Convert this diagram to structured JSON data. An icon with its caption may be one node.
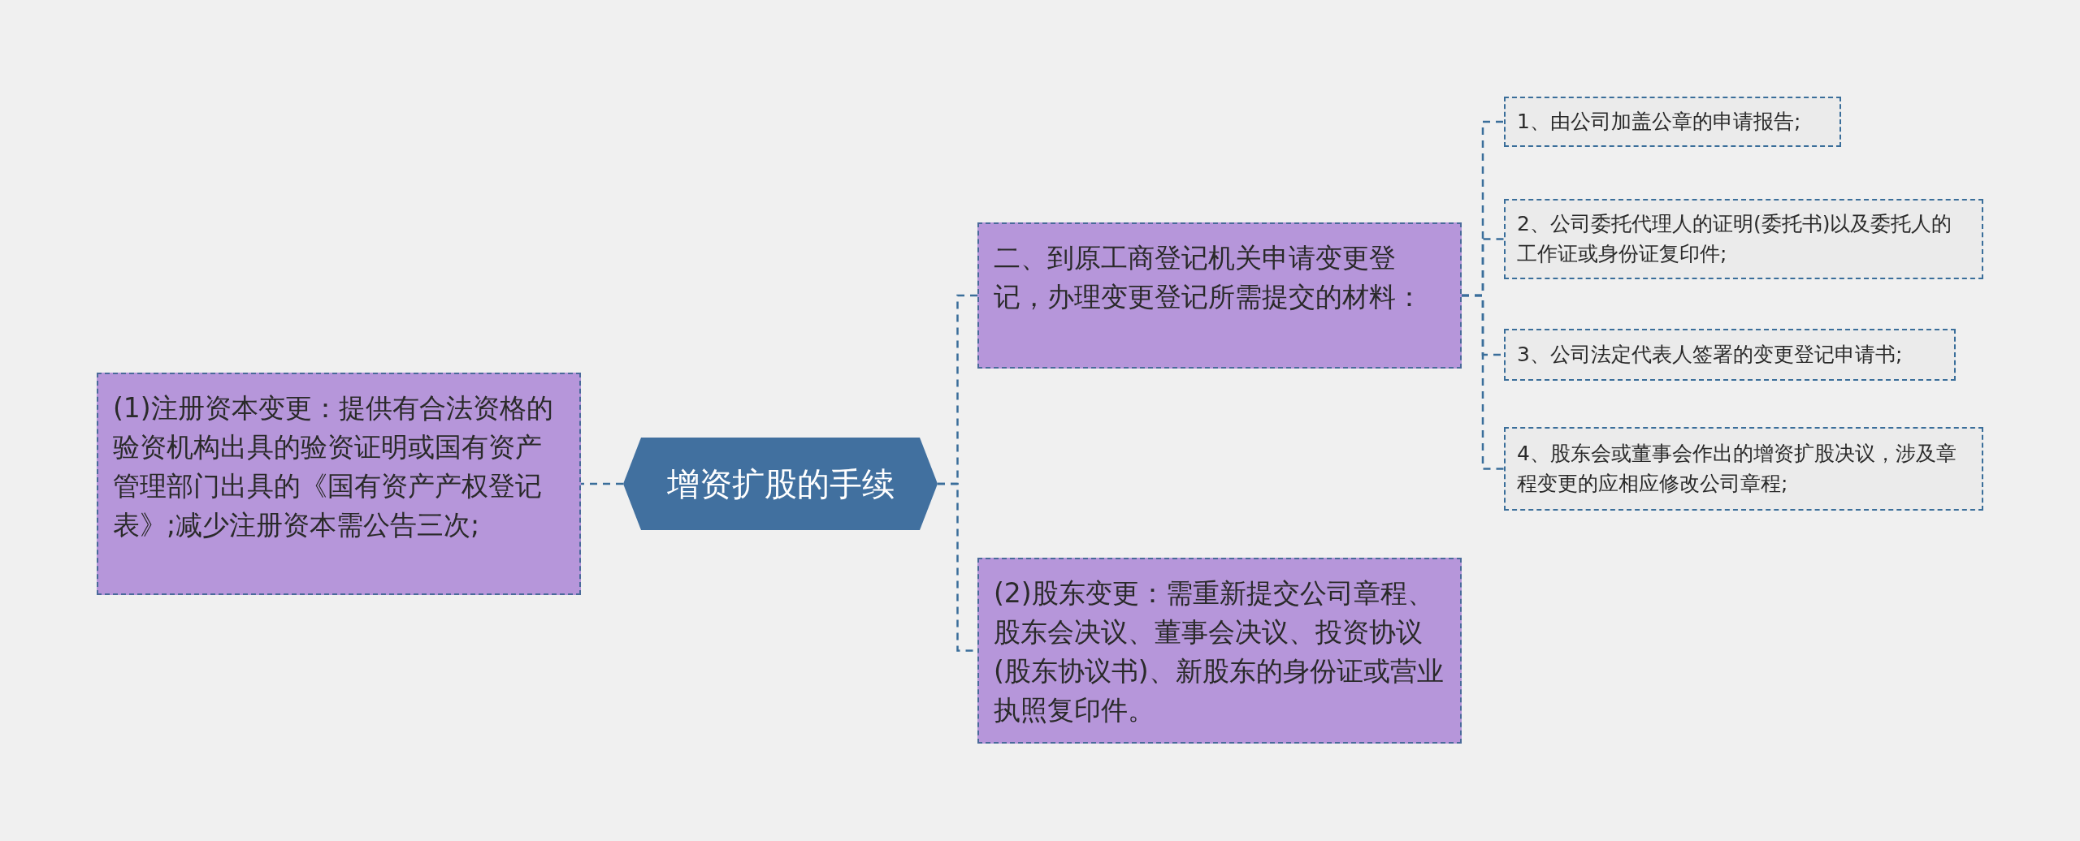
{
  "diagram": {
    "nodes": [
      {
        "text": [
          "增资扩股的手续"
        ]
      },
      {
        "text": [
          "(1)注册资本变更：提供有合法资格的验资机构出具的验资证明或国有资产管理部门出具的《国有资产产权登记表》;减少注册资本需公告三次;"
        ]
      },
      {
        "text": [
          "二、到原工商登记机关申请变更登记，办理变更登记所需提交的材料："
        ]
      },
      {
        "text": [
          "1、由公司加盖公章的申请报告;"
        ]
      },
      {
        "text": [
          "2、公司委托代理人的证明(委托书)以及委托人的工作证或身份证复印件;"
        ]
      },
      {
        "text": [
          "3、公司法定代表人签署的变更登记申请书;"
        ]
      },
      {
        "text": [
          "4、股东会或董事会作出的增资扩股决议，涉及章程变更的应相应修改公司章程;"
        ]
      },
      {
        "text": [
          "(2)股东变更：需重新提交公司章程、股东会决议、董事会决议、投资协议(股东协议书)、新股东的身份证或营业执照复印件。"
        ]
      }
    ],
    "edges": [
      {
        "from": 0,
        "to": 1,
        "arrow": "none",
        "style": "dashed"
      },
      {
        "from": 0,
        "to": 2,
        "arrow": "none",
        "style": "dashed"
      },
      {
        "from": 2,
        "to": 3,
        "arrow": "none",
        "style": "dashed"
      },
      {
        "from": 2,
        "to": 4,
        "arrow": "none",
        "style": "dashed"
      },
      {
        "from": 2,
        "to": 5,
        "arrow": "none",
        "style": "dashed"
      },
      {
        "from": 2,
        "to": 6,
        "arrow": "none",
        "style": "dashed"
      },
      {
        "from": 0,
        "to": 7,
        "arrow": "none",
        "style": "dashed"
      }
    ]
  }
}
